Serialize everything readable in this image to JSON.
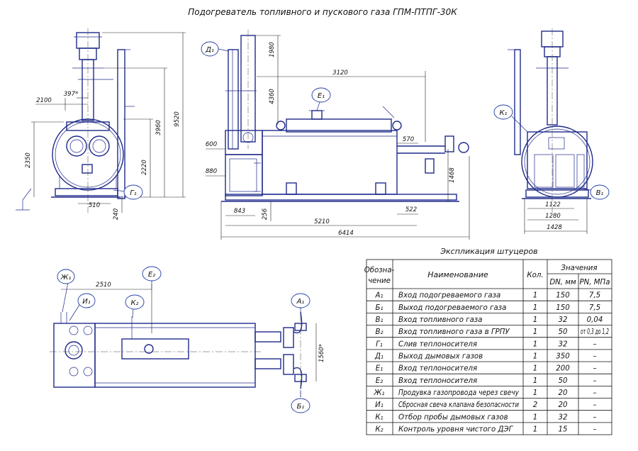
{
  "title": "Подогреватель топливного и пускового газа ГПМ-ПТПГ-30К",
  "front_view": {
    "dims": {
      "d2100": "2100",
      "d397": "397*",
      "d2350": "2350",
      "d510": "510",
      "d240": "240",
      "d2220": "2220",
      "d3960": "3960",
      "d9520": "9520"
    },
    "callouts": {
      "g1": "Г₁"
    }
  },
  "side_view": {
    "dims": {
      "d1980": "1980",
      "d4360": "4360",
      "d3120": "3120",
      "d600": "600",
      "d880": "880",
      "d843": "843",
      "d256": "256",
      "d5210": "5210",
      "d6414": "6414",
      "d570": "570",
      "d522": "522",
      "d1468": "1468"
    },
    "callouts": {
      "d1": "Д₁",
      "e1": "Е₁"
    }
  },
  "end_view": {
    "dims": {
      "d1122": "1122",
      "d1280": "1280",
      "d1428": "1428"
    },
    "callouts": {
      "k1": "К₁",
      "v1": "В₁"
    }
  },
  "plan_view": {
    "dims": {
      "d2510": "2510",
      "d1560": "1560*"
    },
    "callouts": {
      "zh1": "Ж₁",
      "i1": "И₁",
      "k2": "К₂",
      "e2": "Е₂",
      "a1": "А₁",
      "b1": "Б₁"
    }
  },
  "table": {
    "caption": "Экспликация штуцеров",
    "headers": {
      "desig_1": "Обозна-",
      "desig_2": "чение",
      "name": "Наименование",
      "qty": "Кол.",
      "values": "Значения",
      "dn": "DN, мм",
      "pn": "PN, МПа"
    },
    "rows": [
      {
        "desig": "А₁",
        "name": "Вход подогреваемого газа",
        "qty": "1",
        "dn": "150",
        "pn": "7,5"
      },
      {
        "desig": "Б₁",
        "name": "Выход подогреваемого газа",
        "qty": "1",
        "dn": "150",
        "pn": "7,5"
      },
      {
        "desig": "В₁",
        "name": "Вход топливного газа",
        "qty": "1",
        "dn": "32",
        "pn": "0,04"
      },
      {
        "desig": "В₂",
        "name": "Вход топливного газа в ГРПУ",
        "qty": "1",
        "dn": "50",
        "pn": "от 0,3 до 1,2"
      },
      {
        "desig": "Г₁",
        "name": "Слив теплоносителя",
        "qty": "1",
        "dn": "32",
        "pn": "–"
      },
      {
        "desig": "Д₁",
        "name": "Выход дымовых газов",
        "qty": "1",
        "dn": "350",
        "pn": "–"
      },
      {
        "desig": "Е₁",
        "name": "Вход теплоносителя",
        "qty": "1",
        "dn": "200",
        "pn": "–"
      },
      {
        "desig": "Е₂",
        "name": "Вход теплоносителя",
        "qty": "1",
        "dn": "50",
        "pn": "–"
      },
      {
        "desig": "Ж₁",
        "name": "Продувка газопровода через свечу",
        "qty": "1",
        "dn": "20",
        "pn": "–"
      },
      {
        "desig": "И₁",
        "name": "Сбросная свеча клапана безопасности",
        "qty": "2",
        "dn": "20",
        "pn": "–"
      },
      {
        "desig": "К₁",
        "name": "Отбор пробы дымовых газов",
        "qty": "1",
        "dn": "32",
        "pn": "–"
      },
      {
        "desig": "К₂",
        "name": "Контроль уровня чистого ДЭГ",
        "qty": "1",
        "dn": "15",
        "pn": "–"
      }
    ]
  }
}
